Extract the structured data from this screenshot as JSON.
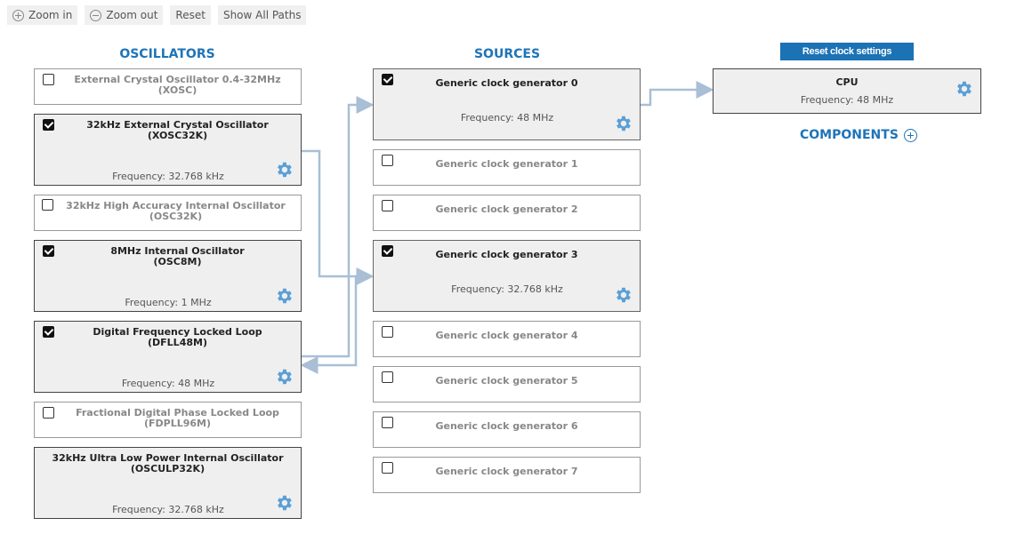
{
  "toolbar": {
    "zoom_in": "Zoom in",
    "zoom_out": "Zoom out",
    "reset": "Reset",
    "show_all_paths": "Show All Paths"
  },
  "columns": {
    "oscillators": "OSCILLATORS",
    "sources": "SOURCES",
    "components": "COMPONENTS"
  },
  "reset_clock_label": "Reset clock settings",
  "oscillators": [
    {
      "line1": "External Crystal Oscillator 0.4-32MHz",
      "line2": "(XOSC)",
      "checked": false,
      "freq": ""
    },
    {
      "line1": "32kHz External Crystal Oscillator",
      "line2": "(XOSC32K)",
      "checked": true,
      "freq": "Frequency: 32.768 kHz"
    },
    {
      "line1": "32kHz High Accuracy Internal Oscillator",
      "line2": "(OSC32K)",
      "checked": false,
      "freq": ""
    },
    {
      "line1": "8MHz Internal Oscillator",
      "line2": "(OSC8M)",
      "checked": true,
      "freq": "Frequency: 1 MHz"
    },
    {
      "line1": "Digital Frequency Locked Loop",
      "line2": "(DFLL48M)",
      "checked": true,
      "freq": "Frequency: 48 MHz"
    },
    {
      "line1": "Fractional Digital Phase Locked Loop",
      "line2": "(FDPLL96M)",
      "checked": false,
      "freq": ""
    },
    {
      "line1": "32kHz Ultra Low Power Internal Oscillator",
      "line2": "(OSCULP32K)",
      "checked": null,
      "freq": "Frequency: 32.768 kHz"
    }
  ],
  "generators": [
    {
      "name": "Generic clock generator 0",
      "checked": true,
      "freq": "Frequency: 48 MHz"
    },
    {
      "name": "Generic clock generator 1",
      "checked": false,
      "freq": ""
    },
    {
      "name": "Generic clock generator 2",
      "checked": false,
      "freq": ""
    },
    {
      "name": "Generic clock generator 3",
      "checked": true,
      "freq": "Frequency: 32.768 kHz"
    },
    {
      "name": "Generic clock generator 4",
      "checked": false,
      "freq": ""
    },
    {
      "name": "Generic clock generator 5",
      "checked": false,
      "freq": ""
    },
    {
      "name": "Generic clock generator 6",
      "checked": false,
      "freq": ""
    },
    {
      "name": "Generic clock generator 7",
      "checked": false,
      "freq": ""
    }
  ],
  "cpu": {
    "name": "CPU",
    "freq": "Frequency: 48 MHz"
  },
  "colors": {
    "accent": "#1e74b8",
    "gear": "#5b9fd6",
    "wire": "#a8bfd6"
  }
}
